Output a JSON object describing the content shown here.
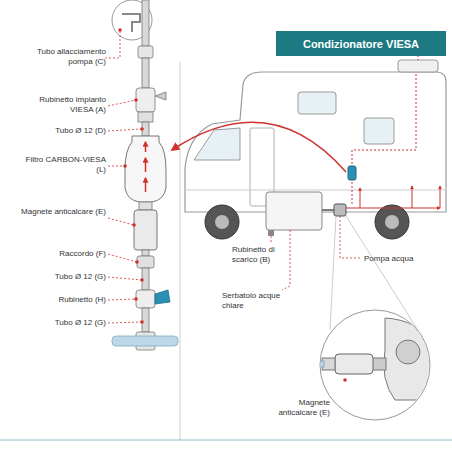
{
  "diagram": {
    "nodes": [
      {
        "text": [
          "Condizionatore VIESA"
        ]
      }
    ],
    "labels": [
      "Tubo allacciamento pompa (C)",
      "Rubinetto impianto VIESA (A)",
      "Tubo Ø 12 (D)",
      "Filtro CARBON-VIESA (L)",
      "Magnete anticalcare (E)",
      "Raccordo (F)",
      "Tubo Ø 12 (G)",
      "Rubinetto (H)",
      "Tubo Ø 12 (G)",
      "Rubinetto di scarico (B)",
      "Serbatoio acque chiare",
      "Pompa acqua",
      "Magnete anticalcare (E)"
    ]
  }
}
